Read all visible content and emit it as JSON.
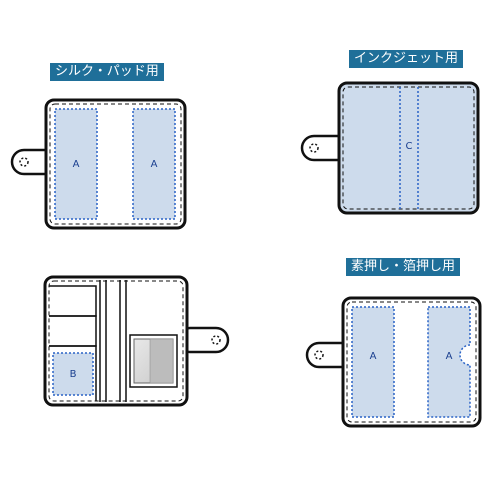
{
  "labels": {
    "silk_pad": "シルク・パッド用",
    "inkjet": "インクジェット用",
    "foil_stamp": "素押し・箔押し用"
  },
  "areas": {
    "a": "A",
    "b": "B",
    "c": "C"
  },
  "colors": {
    "label_bg": "#1f6f99",
    "print_fill": "#cddbec",
    "print_border": "#2a63c6",
    "outline": "#111111"
  }
}
